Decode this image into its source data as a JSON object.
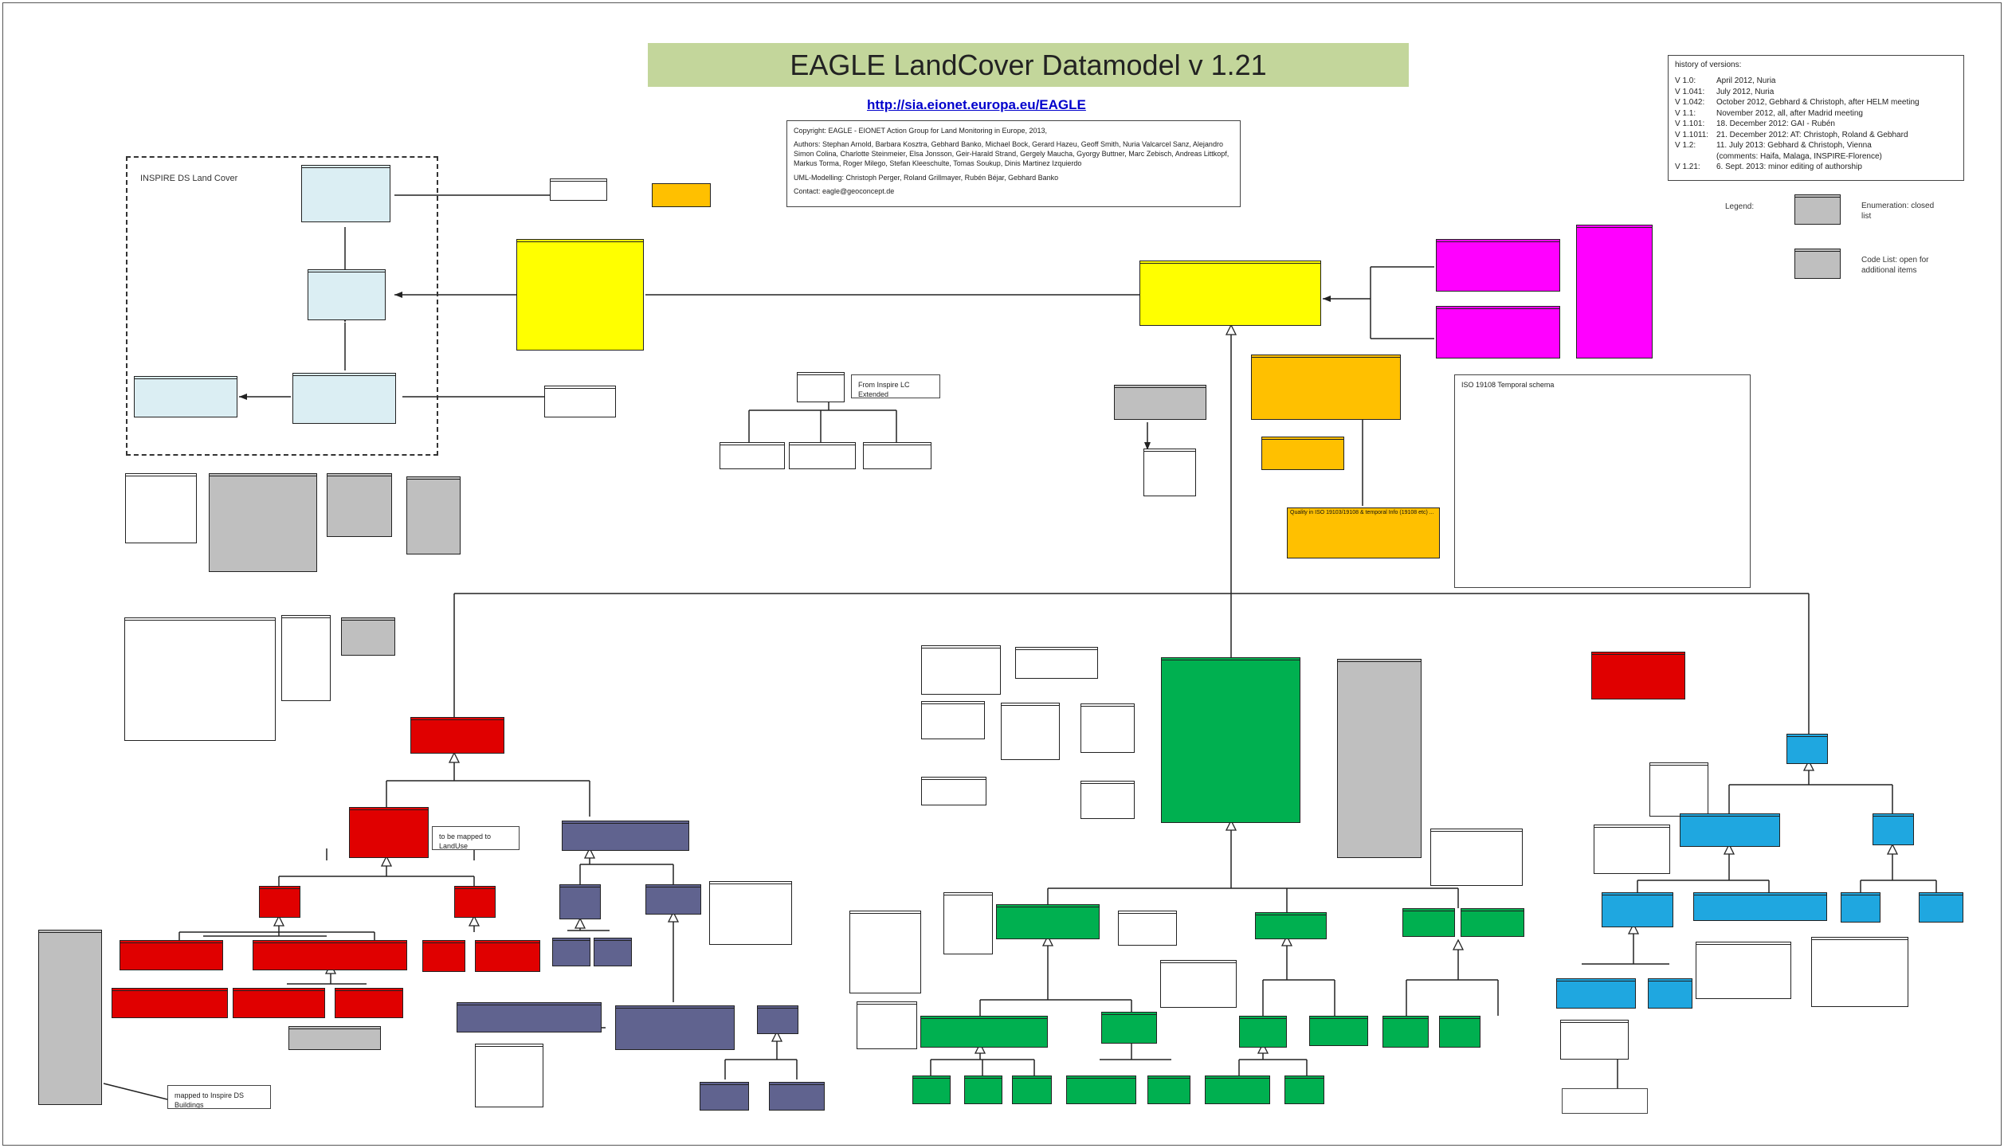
{
  "title": "EAGLE LandCover Datamodel v 1.21",
  "url": "http://sia.eionet.europa.eu/EAGLE",
  "copyright_note": {
    "lines": [
      "Copyright: EAGLE - EIONET Action Group for Land Monitoring in Europe, 2013,",
      "Authors: Stephan Arnold, Barbara Kosztra, Gebhard Banko, Michael Bock, Gerard Hazeu, Geoff Smith, Nuria Valcarcel Sanz, Alejandro Simon Colina, Charlotte Steinmeier, Elsa Jonsson, Geir-Harald Strand, Gergely Maucha, Gyorgy Buttner, Marc Zebisch, Andreas Littkopf, Markus Torma, Roger Milego, Stefan Kleeschulte, Tomas Soukup, Dinis Martinez Izquierdo",
      "UML-Modelling: Christoph Perger, Roland Grillmayer, Rubén Béjar, Gebhard Banko",
      "Contact: eagle@geoconcept.de"
    ]
  },
  "history": {
    "heading": "history of versions:",
    "rows": [
      {
        "v": "V 1.0:",
        "t": "April 2012, Nuria"
      },
      {
        "v": "V 1.041:",
        "t": "July 2012, Nuria"
      },
      {
        "v": "V 1.042:",
        "t": "October 2012, Gebhard & Christoph, after HELM meeting"
      },
      {
        "v": "V 1.1:",
        "t": "November 2012, all, after Madrid meeting"
      },
      {
        "v": "V 1.101:",
        "t": "18. December 2012: GAI - Rubén"
      },
      {
        "v": "V 1.1011:",
        "t": "21. December 2012: AT: Christoph, Roland & Gebhard"
      },
      {
        "v": "V 1.2:",
        "t": "11. July 2013: Gebhard & Christoph, Vienna"
      },
      {
        "v": "",
        "t": "(comments: Haifa, Malaga, INSPIRE-Florence)"
      },
      {
        "v": "V 1.21:",
        "t": "6. Sept. 2013: minor editing of authorship"
      }
    ]
  },
  "legend": {
    "label": "Legend:",
    "enum_label": "Enumeration: closed list",
    "codelist_label": "Code List: open for additional items"
  },
  "package_label": "INSPIRE DS Land Cover",
  "notes": {
    "inspire_enum": "From Inspire LC Extended",
    "reference_note": "Quality in ISO 19103/19108 & temporal Info (19108 etc) ...",
    "building_note": "mapped to Inspire DS Buildings",
    "landuse_note": "to be mapped to LandUse",
    "temporal_note": "ISO 19108 Temporal schema"
  },
  "colors": {
    "inspire": "#dbeef3",
    "landcover_unit": "#ffff00",
    "bio_physical": "#e00000",
    "abiotic": "#60638f",
    "biotic": "#00b050",
    "water": "#1fa7e0",
    "enumeration": "#bfbfbf",
    "characteristics": "#ffc000",
    "magenta": "#ff00ff"
  }
}
